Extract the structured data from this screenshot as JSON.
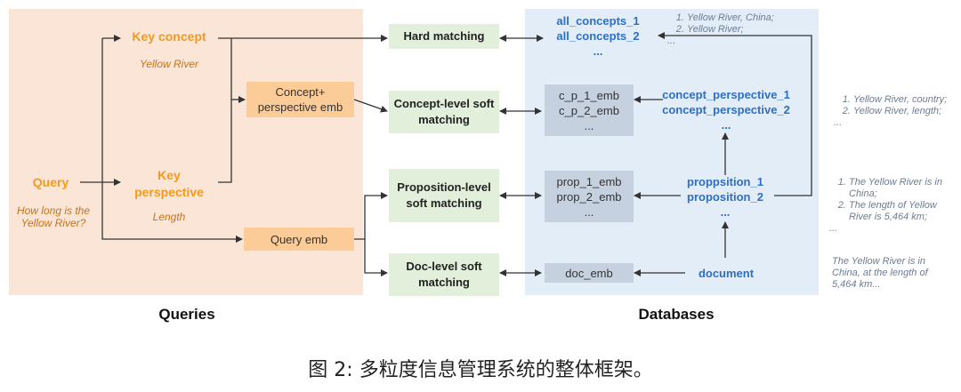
{
  "queries_panel": {
    "label": "Queries",
    "query": "Query",
    "query_example": "How long is the Yellow River?",
    "key_concept": "Key concept",
    "key_concept_example": "Yellow River",
    "key_perspective": "Key perspective",
    "key_perspective_example": "Length",
    "concept_perspective_emb": "Concept+ perspective emb",
    "query_emb": "Query emb"
  },
  "matching": {
    "hard": "Hard matching",
    "concept_level": "Concept-level soft matching",
    "proposition_level": "Proposition-level soft matching",
    "doc_level": "Doc-level soft matching"
  },
  "databases_panel": {
    "label": "Databases",
    "all_concepts": [
      "all_concepts_1",
      "all_concepts_2",
      "..."
    ],
    "cp_emb": [
      "c_p_1_emb",
      "c_p_2_emb",
      "..."
    ],
    "concept_perspective": [
      "concept_perspective_1",
      "concept_perspective_2",
      "..."
    ],
    "prop_emb": [
      "prop_1_emb",
      "prop_2_emb",
      "..."
    ],
    "propositions": [
      "proppsition_1",
      "proposition_2",
      "..."
    ],
    "doc_emb": "doc_emb",
    "document": "document"
  },
  "notes": {
    "concepts": [
      "Yellow River, China;",
      "Yellow River;"
    ],
    "concepts_more": "...",
    "perspectives": [
      "Yellow River, country;",
      "Yellow River, length;"
    ],
    "perspectives_more": "...",
    "propositions": [
      "The Yellow River is in China;",
      "The length of Yellow River is 5,464 km;"
    ],
    "propositions_more": "...",
    "document_text": "The Yellow River is in China, at the length of 5,464 km..."
  },
  "caption": "图 2: 多粒度信息管理系统的整体框架。",
  "colors": {
    "query_panel_bg": "#fbe5d6",
    "db_panel_bg": "#e3edf7",
    "orange_text": "#f29a1c",
    "blue_text": "#2e6fc4",
    "green_box": "#e2efda",
    "emb_box": "#c6d1e0"
  }
}
